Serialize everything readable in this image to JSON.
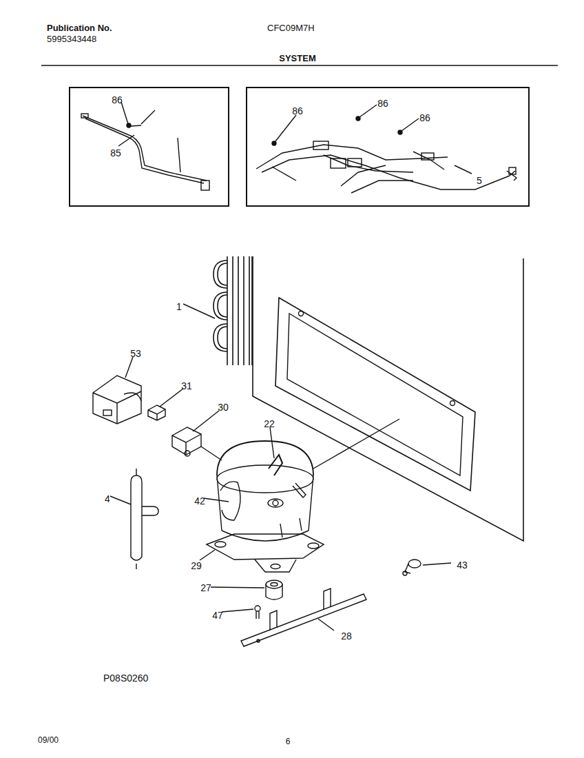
{
  "diagram": {
    "title": "SYSTEM",
    "labels": [
      "Publication No.",
      "5995343448",
      "CFC09M7H",
      "86",
      "85",
      "86",
      "86",
      "86",
      "5",
      "1",
      "53",
      "31",
      "30",
      "22",
      "4",
      "42",
      "29",
      "43",
      "27",
      "47",
      "28",
      "P08S0260",
      "09/00",
      "6"
    ]
  }
}
